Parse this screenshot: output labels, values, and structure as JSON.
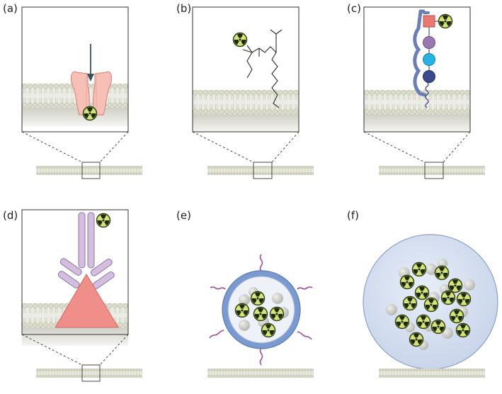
{
  "panels": [
    {
      "id": "a",
      "label": "(a)"
    },
    {
      "id": "b",
      "label": "(b)"
    },
    {
      "id": "c",
      "label": "(c)"
    },
    {
      "id": "d",
      "label": "(d)"
    },
    {
      "id": "e",
      "label": "(e)"
    },
    {
      "id": "f",
      "label": "(f)"
    }
  ],
  "colors": {
    "membrane_fill": "#ecece6",
    "lipid_head": "#dcdccb",
    "lipid_stroke": "#b9b9a2",
    "lipid_tail": "#c9c9b4",
    "membrane_lower": "#cfcfc6",
    "frame": "#333333",
    "radio_fill": "#d4e27a",
    "radio_stroke": "#2f3d10",
    "radio_symbol": "#1d2a08",
    "channel_fill": "#f7c0b6",
    "channel_stroke": "#d88c80",
    "arrow": "#3c4e5a",
    "box_red": "#ea7770",
    "bead_purple": "#9a79b2",
    "bead_cyan": "#27b3e4",
    "bead_navy": "#3a4a8c",
    "scaffold_blue": "#6b7fb6",
    "antibody_fill": "#d3bfdd",
    "antibody_stroke": "#8e74a8",
    "triangle_fill": "#f08e8a",
    "liposome_shell": "#7b9bd0",
    "liposome_inner": "#eef2f8",
    "peg_purple": "#9c4c96",
    "grey_bead": "#c4c4c0",
    "particle_fill": "#d3ddef",
    "particle_stroke": "#8da2c8"
  }
}
